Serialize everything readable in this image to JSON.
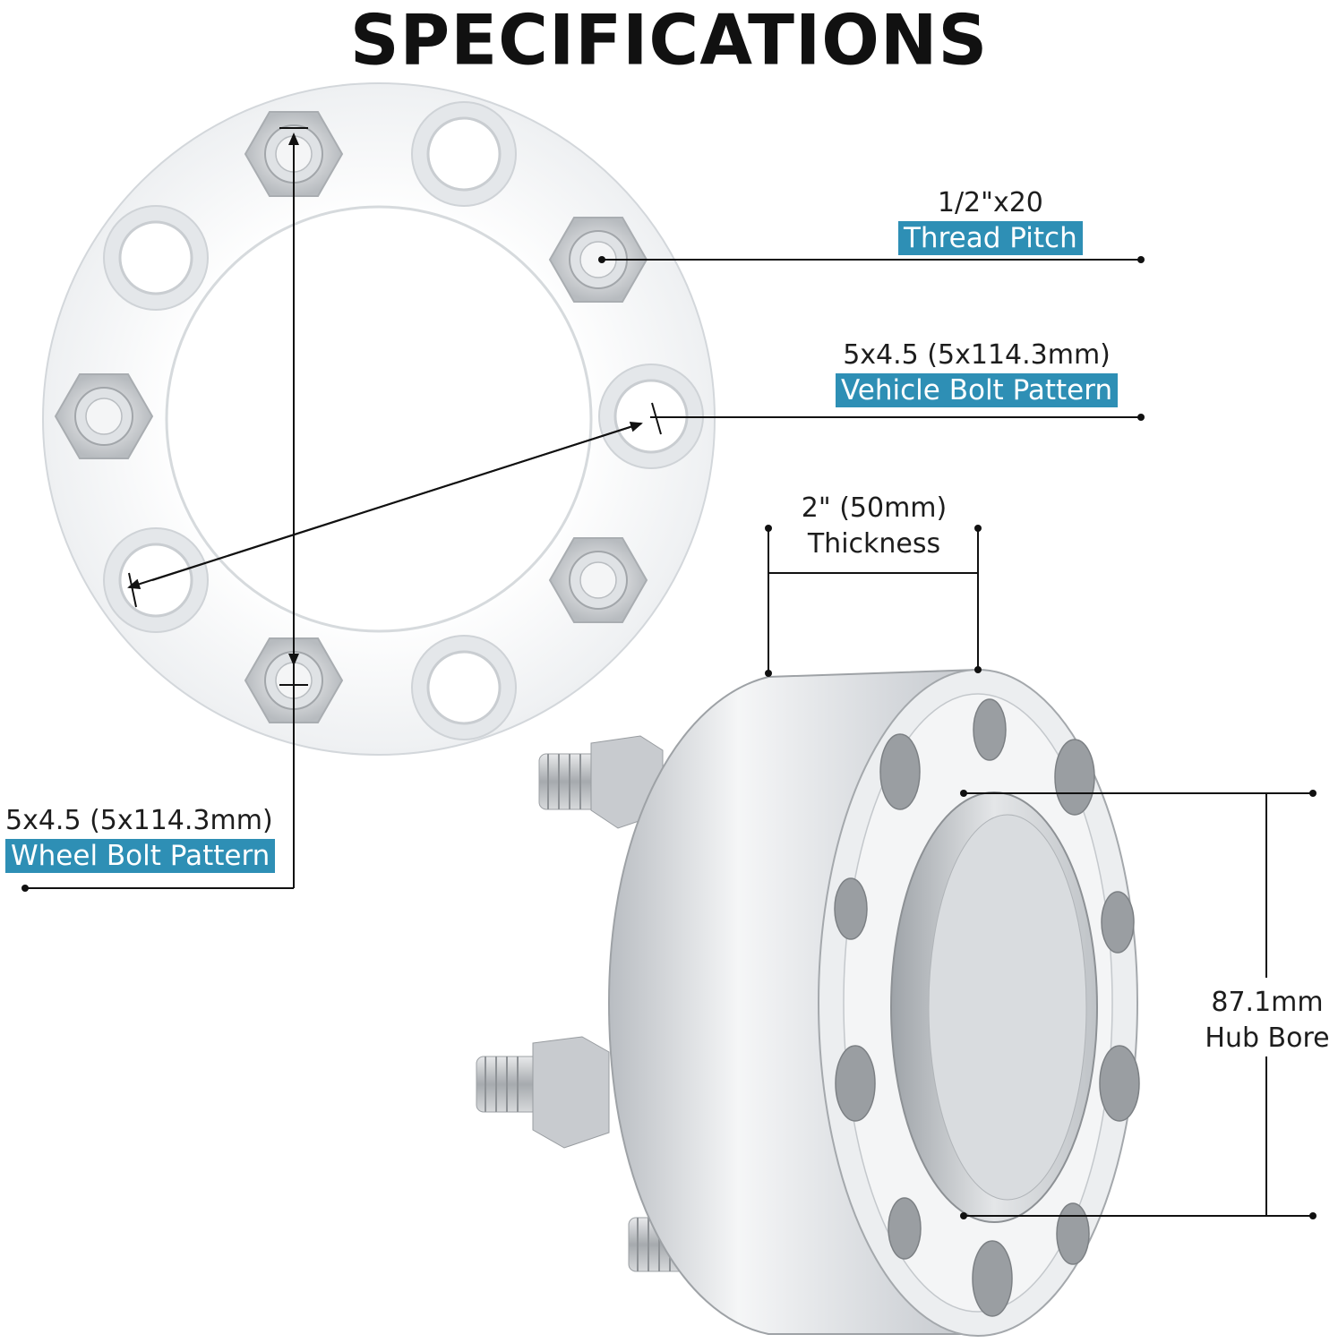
{
  "title": "SPECIFICATIONS",
  "colors": {
    "label_bg": "#2e8fb5",
    "label_text": "#ffffff",
    "title": "#111111",
    "line": "#111111"
  },
  "specs": {
    "thread": {
      "value": "1/2\"x20",
      "label": "Thread Pitch"
    },
    "vehicle_pattern": {
      "value": "5x4.5 (5x114.3mm)",
      "label": "Vehicle Bolt Pattern"
    },
    "wheel_pattern": {
      "value": "5x4.5 (5x114.3mm)",
      "label": "Wheel Bolt Pattern"
    },
    "thickness": {
      "value": "2\" (50mm)",
      "label": "Thickness"
    },
    "hub_bore": {
      "value": "87.1mm",
      "label": "Hub Bore"
    }
  }
}
